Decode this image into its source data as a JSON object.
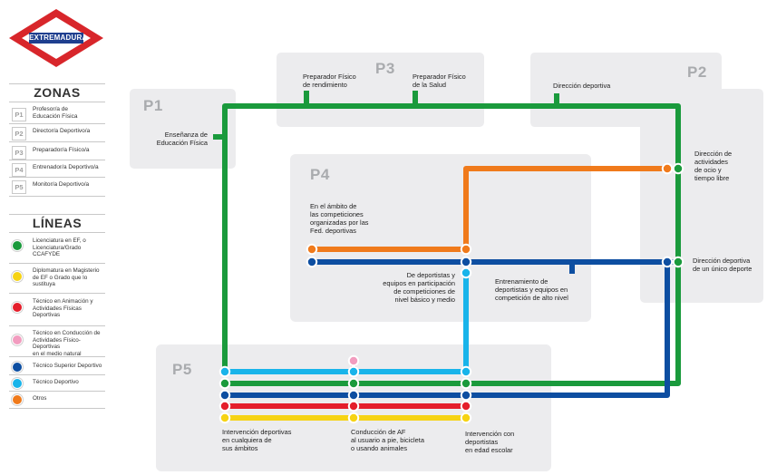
{
  "logo": {
    "text": "EXTREMADURA",
    "red": "#d8262b",
    "blue": "#1f3f8f"
  },
  "legend": {
    "zones_title": "ZONAS",
    "zones": [
      {
        "code": "P1",
        "label": "Profesor/a de\nEducación Física"
      },
      {
        "code": "P2",
        "label": "Director/a Deportivo/a"
      },
      {
        "code": "P3",
        "label": "Preparador/a Físico/a"
      },
      {
        "code": "P4",
        "label": "Entrenador/a Deportivo/a"
      },
      {
        "code": "P5",
        "label": "Monitor/a Deportivo/a"
      }
    ],
    "lines_title": "LÍNEAS",
    "lines": [
      {
        "color": "#1a9a3c",
        "label": "Licenciatura en EF, o\nLicenciatura/Grado\nCCAFYDE"
      },
      {
        "color": "#f6d314",
        "label": "Diplomatura en Magisterio\nde EF o Grado que lo\nsustituya"
      },
      {
        "color": "#e41e2b",
        "label": "Técnico en Animación y\nActividades Físicas\nDeportivas"
      },
      {
        "color": "#f29cbf",
        "label": "Técnico en Conducción de\nActividades Físico-Deportivas\nen el medio natural"
      },
      {
        "color": "#0d4ea1",
        "label": "Técnico Superior Deportivo"
      },
      {
        "color": "#19b4ea",
        "label": "Técnico Deportivo"
      },
      {
        "color": "#f07a1b",
        "label": "Otros"
      }
    ]
  },
  "zones": {
    "p1": "P1",
    "p2": "P2",
    "p3": "P3",
    "p4": "P4",
    "p5": "P5"
  },
  "stations": {
    "ens_ef": "Enseñanza de\nEducación Física",
    "prep_rend": "Preparador Físico\nde rendimiento",
    "prep_salud": "Preparador Físico\nde la Salud",
    "dir_dep": "Dirección deportiva",
    "dir_ocio": "Dirección de\nactividades\nde ocio y\ntiempo libre",
    "dir_unico": "Dirección deportiva\nde un único deporte",
    "ambito_fed": "En el ámbito de\nlas competiciones\norganizadas por las\nFed. deportivas",
    "dep_equipos": "De deportistas y\nequipos en participación\nde competiciones de\nnivel básico y medio",
    "entren_alto": "Entrenamiento de\ndeportistas y equipos en\ncompetición de alto nivel",
    "interv_amb": "Intervención deportivas\nen cualquiera de\nsus ámbitos",
    "conduccion": "Conducción de AF\nal usuario a pie, bicicleta\no usando animales",
    "interv_esc": "Intervención con\ndeportistas\nen edad escolar"
  },
  "colors": {
    "green": "#1a9a3c",
    "yellow": "#f6d314",
    "red": "#e41e2b",
    "pink": "#f29cbf",
    "darkblue": "#0d4ea1",
    "lightblue": "#19b4ea",
    "orange": "#f07a1b",
    "zone_bg": "#ececee"
  }
}
